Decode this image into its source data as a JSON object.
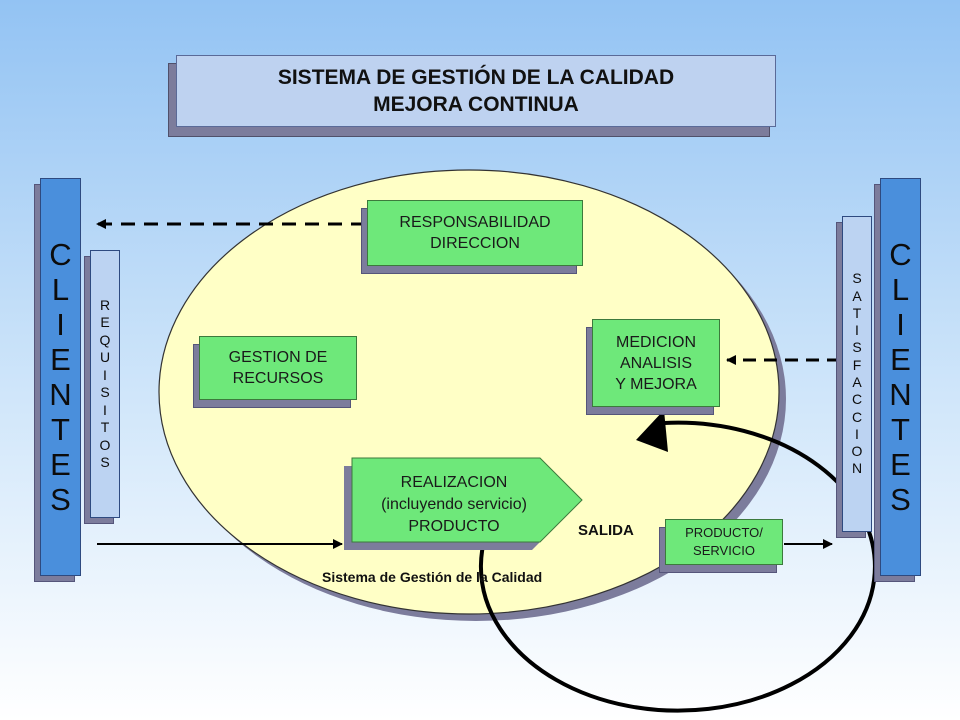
{
  "title": {
    "line1": "SISTEMA DE GESTIÓN DE LA CALIDAD",
    "line2": "MEJORA CONTINUA"
  },
  "clientes_left": [
    "C",
    "L",
    "I",
    "E",
    "N",
    "T",
    "E",
    "S"
  ],
  "clientes_right": [
    "C",
    "L",
    "I",
    "E",
    "N",
    "T",
    "E",
    "S"
  ],
  "requisitos": [
    "R",
    "E",
    "Q",
    "U",
    "I",
    "S",
    "I",
    "T",
    "O",
    "S"
  ],
  "satisfaccion": [
    "S",
    "A",
    "T",
    "I",
    "S",
    "F",
    "A",
    "C",
    "C",
    "I",
    "O",
    "N"
  ],
  "boxes": {
    "responsabilidad": [
      "RESPONSABILIDAD",
      "DIRECCION"
    ],
    "gestion": [
      "GESTION DE",
      "RECURSOS"
    ],
    "medicion": [
      "MEDICION",
      "ANALISIS",
      "Y MEJORA"
    ],
    "realizacion": [
      "REALIZACION",
      "(incluyendo servicio)",
      "PRODUCTO"
    ],
    "producto_servicio": [
      "PRODUCTO/",
      "SERVICIO"
    ]
  },
  "labels": {
    "salida": "SALIDA",
    "sistema": "Sistema de Gestión de la Calidad"
  },
  "colors": {
    "ellipse_fill": "#ffffc6",
    "box_green": "#6ee87a",
    "clientes_blue": "#4a8fdc",
    "pale_blue": "#bcd3f2"
  }
}
